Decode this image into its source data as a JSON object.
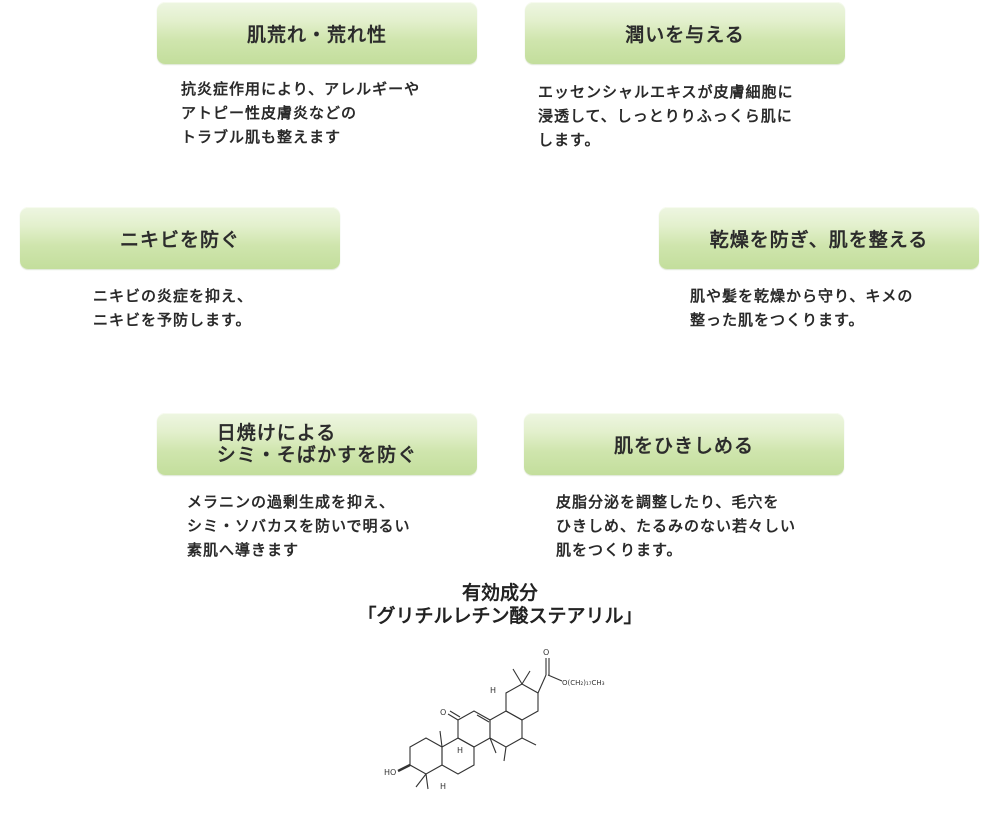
{
  "benefits": [
    {
      "title": "肌荒れ・荒れ性",
      "lines": [
        "抗炎症作用により、アレルギーや",
        "アトピー性皮膚炎などの",
        "トラブル肌も整えます"
      ]
    },
    {
      "title": "潤いを与える",
      "lines": [
        "エッセンシャルエキスが皮膚細胞に",
        "浸透して、しっとりりふっくら肌に",
        "します。"
      ]
    },
    {
      "title": "ニキビを防ぐ",
      "lines": [
        "ニキビの炎症を抑え、",
        "ニキビを予防します。"
      ]
    },
    {
      "title": "乾燥を防ぎ、肌を整える",
      "lines": [
        "肌や髪を乾燥から守り、キメの",
        "整った肌をつくります。"
      ]
    },
    {
      "title_lines": [
        "日焼けによる",
        "シミ・そばかすを防ぐ"
      ],
      "lines": [
        "メラニンの過剰生成を抑え、",
        "シミ・ソバカスを防いで明るい",
        "素肌へ導きます"
      ]
    },
    {
      "title": "肌をひきしめる",
      "lines": [
        "皮脂分泌を調整したり、毛穴を",
        "ひきしめ、たるみのない若々しい",
        "肌をつくります。"
      ]
    }
  ],
  "ingredient": {
    "heading": "有効成分",
    "name": "「グリチルレチン酸ステアリル」"
  },
  "molecule": {
    "labels": {
      "carbonyl_o": "O",
      "ketone_o": "O",
      "ester": "O(CH₂)₁₇CH₃",
      "hydroxyl": "HO",
      "h_top": "H",
      "h_mid": "H",
      "h_low": "H"
    }
  },
  "colors": {
    "badge_top": "#eef6e2",
    "badge_bottom": "#c3de9c",
    "text": "#2a2a2a"
  }
}
